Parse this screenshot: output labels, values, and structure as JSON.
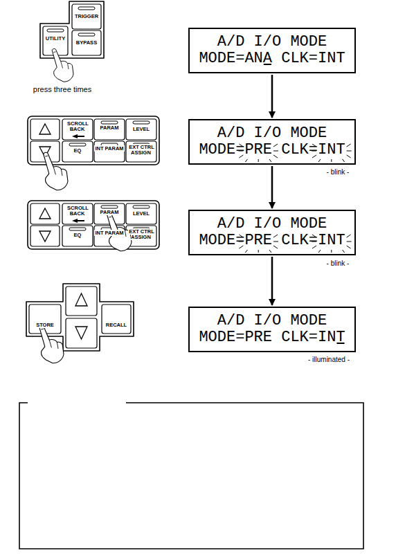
{
  "diagram": {
    "nodes": [
      {
        "text": [
          "A/D I/O MODE",
          "MODE=ANA CLK=INT"
        ]
      },
      {
        "text": [
          "A/D I/O MODE",
          "MODE=PRE CLK=INT"
        ]
      },
      {
        "text": [
          "A/D I/O MODE",
          "MODE=PRE CLK=INT"
        ]
      },
      {
        "text": [
          "A/D I/O MODE",
          "MODE=PRE CLK=INT"
        ]
      }
    ],
    "edges": [
      {
        "from": 0,
        "to": 1,
        "arrow": "to"
      },
      {
        "from": 1,
        "to": 2,
        "arrow": "to"
      },
      {
        "from": 2,
        "to": 3,
        "arrow": "to"
      }
    ],
    "labels": [
      "UTILITY",
      "TRIGGER",
      "BYPASS",
      "press three times",
      "SCROLL BACK",
      "PARAM",
      "LEVEL",
      "EQ",
      "INT PARAM",
      "EXT CTRL ASSIGN",
      "- blink -",
      "SCROLL BACK",
      "PARAM",
      "LEVEL",
      "EQ",
      "INT PARAM",
      "EXT CTRL ASSIGN",
      "- blink -",
      "STORE",
      "RECALL",
      "- illuminated -"
    ]
  }
}
